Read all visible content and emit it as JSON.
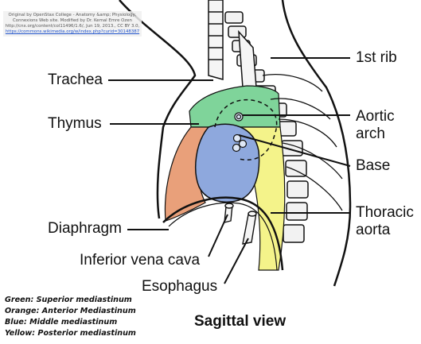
{
  "attribution": {
    "line1": "Original by OpenStax College - Anatomy &amp; Physiology,",
    "line2": "Connexions Web site. Modified by Dr. Kemal Emre Ozen",
    "line3": "http://cnx.org/content/col11496/1.6/, Jun 19, 2013., CC BY 3.0,",
    "line4": "https://commons.wikimedia.org/w/index.php?curid=30148387"
  },
  "labels": {
    "first_rib": "1st rib",
    "trachea": "Trachea",
    "thymus": "Thymus",
    "aortic_arch_1": "Aortic",
    "aortic_arch_2": "arch",
    "base": "Base",
    "thoracic_aorta_1": "Thoracic",
    "thoracic_aorta_2": "aorta",
    "diaphragm": "Diaphragm",
    "inferior_vena_cava": "Inferior vena cava",
    "esophagus": "Esophagus"
  },
  "legend": {
    "green": "Green: Superior mediastinum",
    "orange": "Orange: Anterior Mediastinum",
    "blue": "Blue: Middle mediastinum",
    "yellow": "Yellow: Posterior mediastinum"
  },
  "caption": "Sagittal view",
  "colors": {
    "superior": "#7fd49a",
    "anterior": "#e9a07a",
    "middle": "#8ea8dd",
    "posterior": "#f4f38a",
    "outline": "#111111"
  }
}
